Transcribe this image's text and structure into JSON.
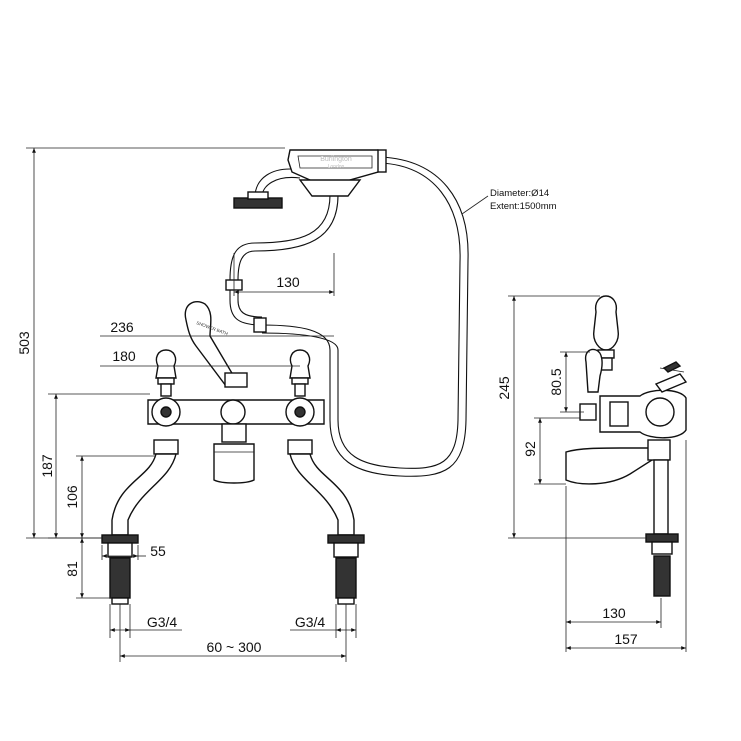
{
  "product": {
    "brand_text": "Burlington",
    "brand_sub": "London",
    "lever_label": "SHOWER BATH"
  },
  "hose_spec": {
    "diameter": "Diameter:Ø14",
    "extent": "Extent:1500mm"
  },
  "front_view": {
    "overall_height": "503",
    "handset_offset": "130",
    "outer_width": "236",
    "inner_width": "180",
    "leg_height": "187",
    "spout_height": "106",
    "tail_length": "81",
    "flange_width": "55",
    "thread_left": "G3/4",
    "thread_right": "G3/4",
    "centres": "60 ~ 300"
  },
  "side_view": {
    "height": "245",
    "lever_height": "80.5",
    "spout_height": "92",
    "spout_reach": "130",
    "total_reach": "157"
  }
}
